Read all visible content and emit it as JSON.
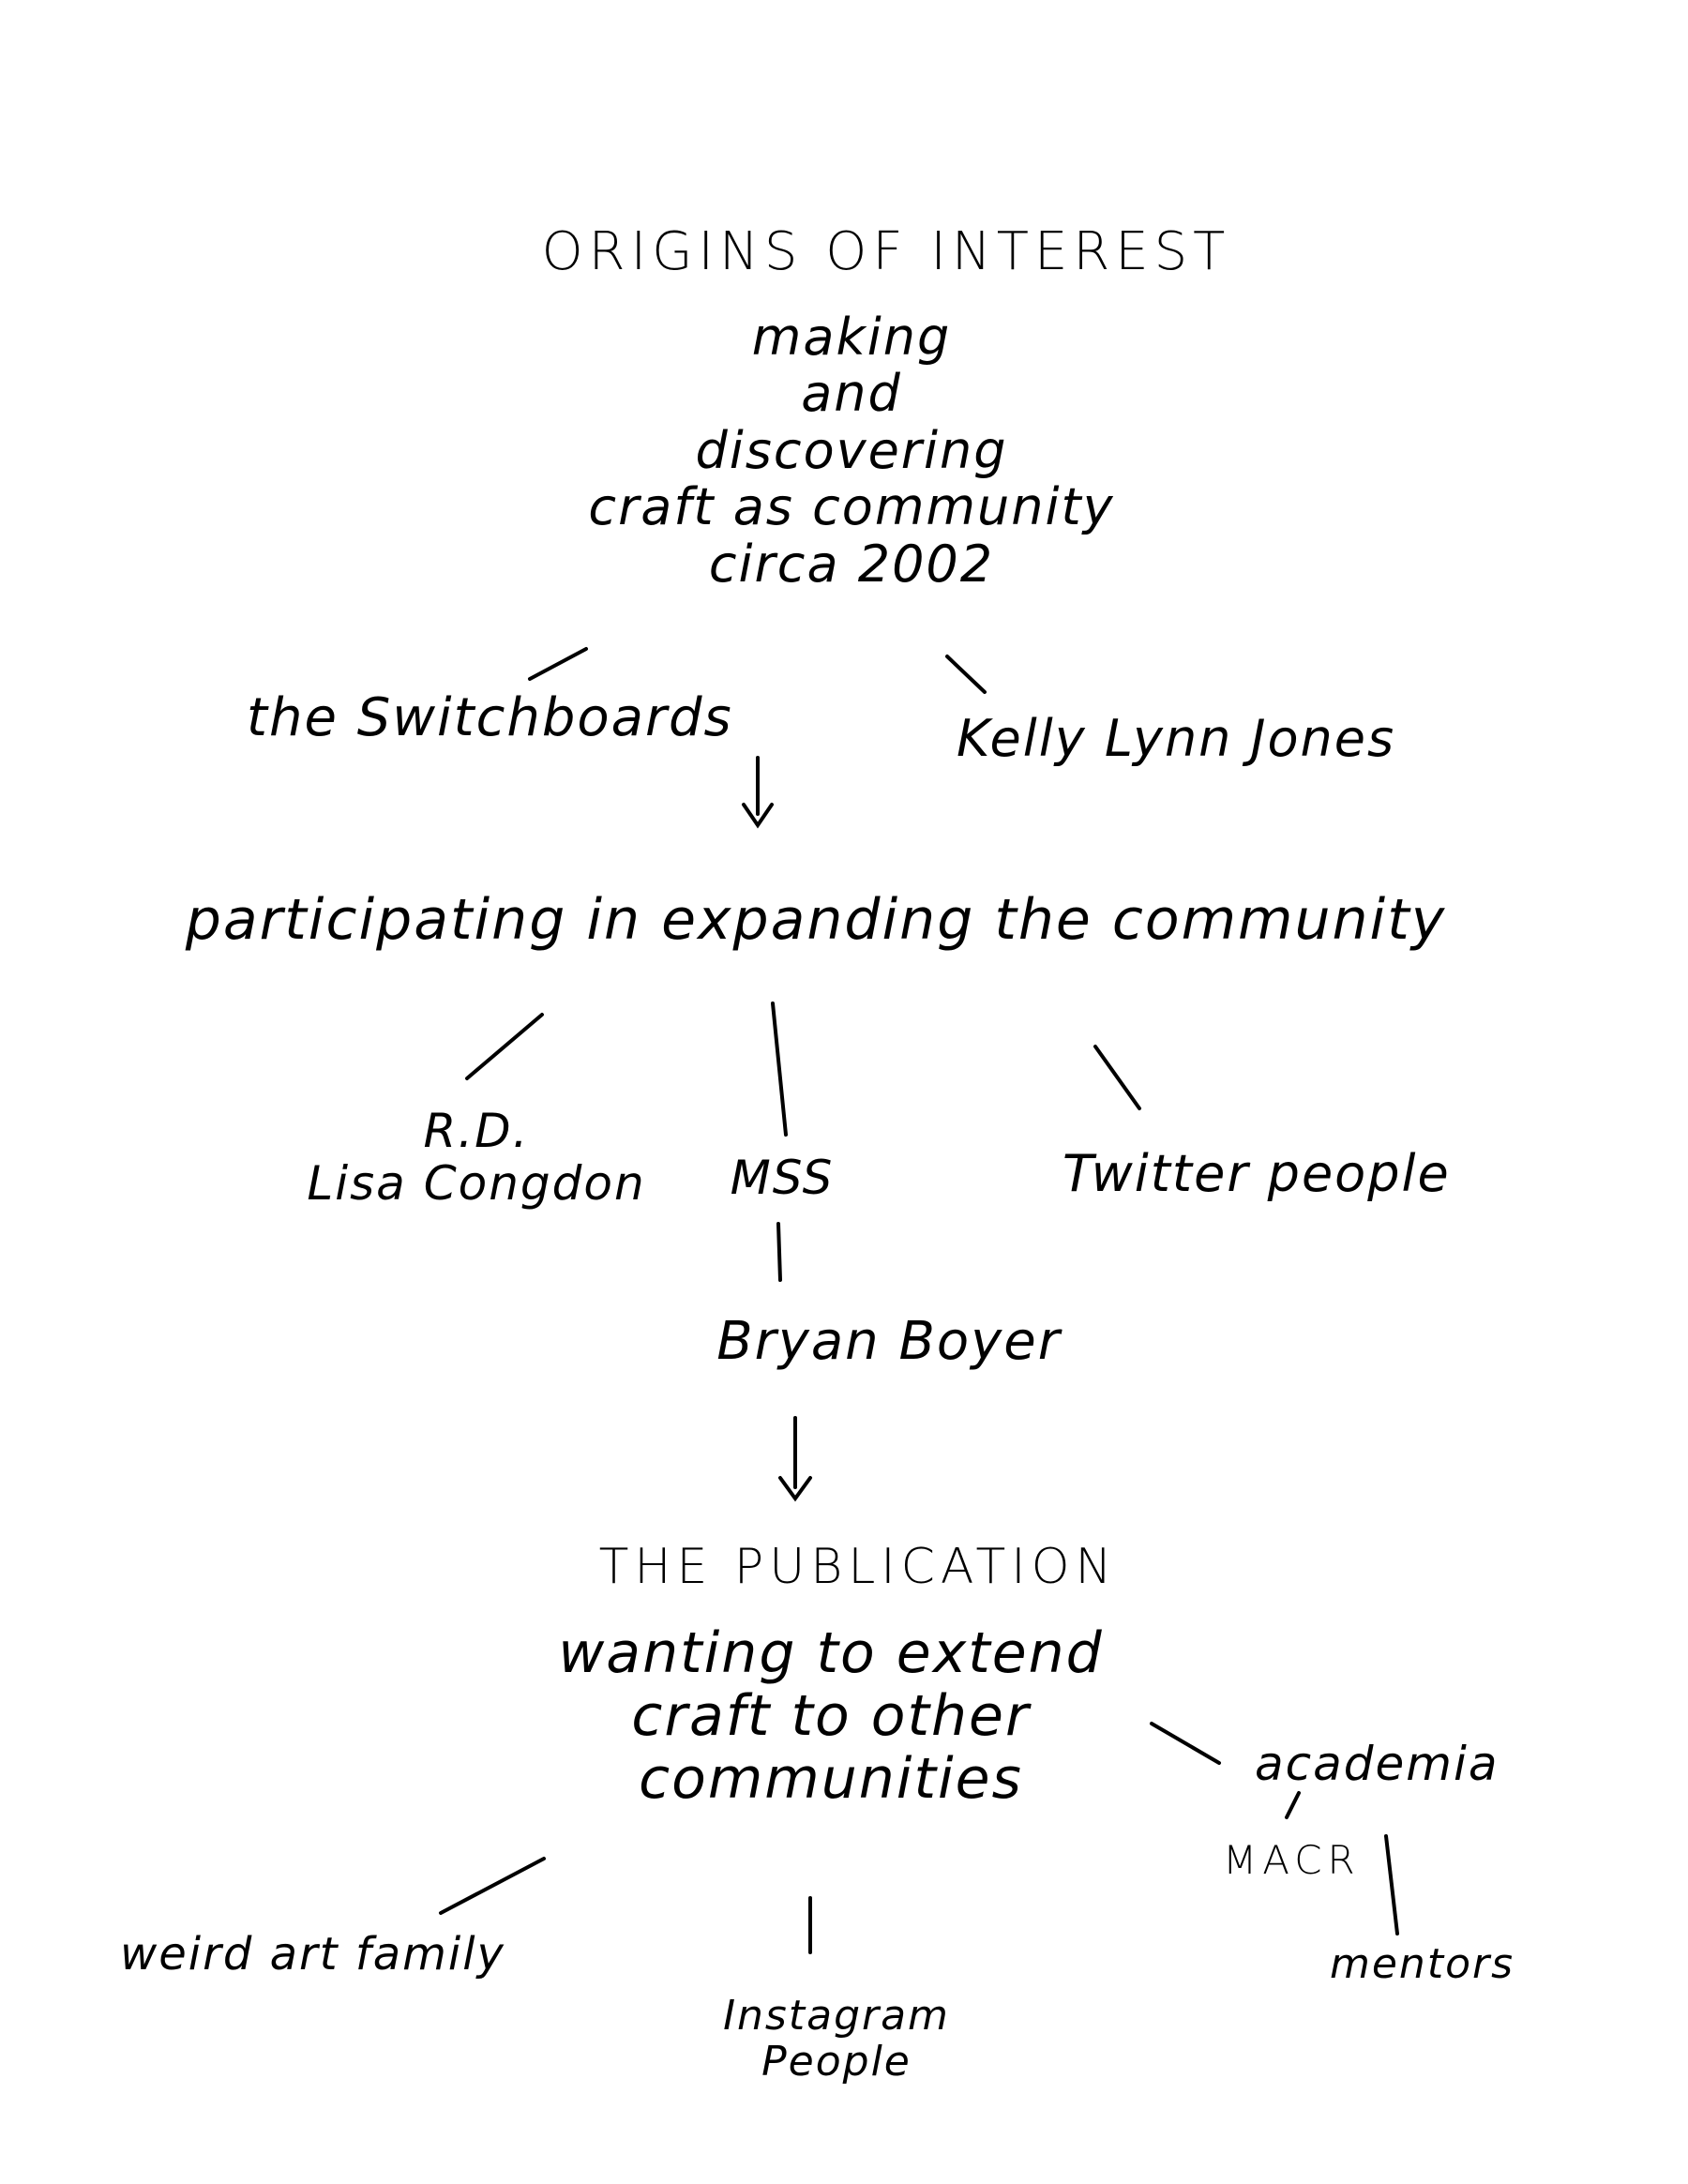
{
  "diagram": {
    "title": "ORIGINS OF INTEREST",
    "origin_lines": [
      "making",
      "and",
      "discovering",
      "craft as community",
      "circa 2002"
    ],
    "switchboards": "the Switchboards",
    "kelly": "Kelly Lynn Jones",
    "participating": "participating in expanding the community",
    "rd": "R.D.",
    "lisa": "Lisa Congdon",
    "mss": "MSS",
    "twitter": "Twitter people",
    "bryan": "Bryan Boyer",
    "publication": "THE PUBLICATION",
    "wanting_lines": [
      "wanting to extend",
      "craft to other",
      "communities"
    ],
    "academia": "academia",
    "macr": "MACR",
    "mentors": "mentors",
    "weird": "weird art family",
    "instagram_lines": [
      "Instagram",
      "People"
    ]
  }
}
